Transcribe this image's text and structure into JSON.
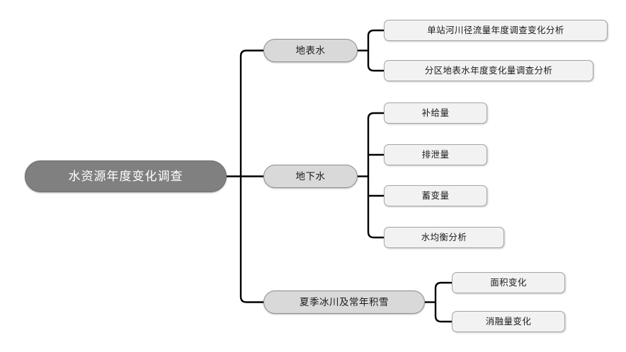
{
  "diagram": {
    "type": "mindmap",
    "orientation": "left-to-right",
    "colors": {
      "root_fill": "#808080",
      "root_text": "#ffffff",
      "branch_fill": "#d9d9d9",
      "leaf_fill": "#f2f2f2",
      "edge": "#000000",
      "background": "#ffffff"
    },
    "root": {
      "label": "水资源年度变化调查"
    },
    "branches": [
      {
        "label": "地表水",
        "children": [
          {
            "label": "单站河川径流量年度调查变化分析"
          },
          {
            "label": "分区地表水年度变化量调查分析"
          }
        ]
      },
      {
        "label": "地下水",
        "children": [
          {
            "label": "补给量"
          },
          {
            "label": "排泄量"
          },
          {
            "label": "蓄变量"
          },
          {
            "label": "水均衡分析"
          }
        ]
      },
      {
        "label": "夏季冰川及常年积雪",
        "children": [
          {
            "label": "面积变化"
          },
          {
            "label": "消融量变化"
          }
        ]
      }
    ]
  }
}
